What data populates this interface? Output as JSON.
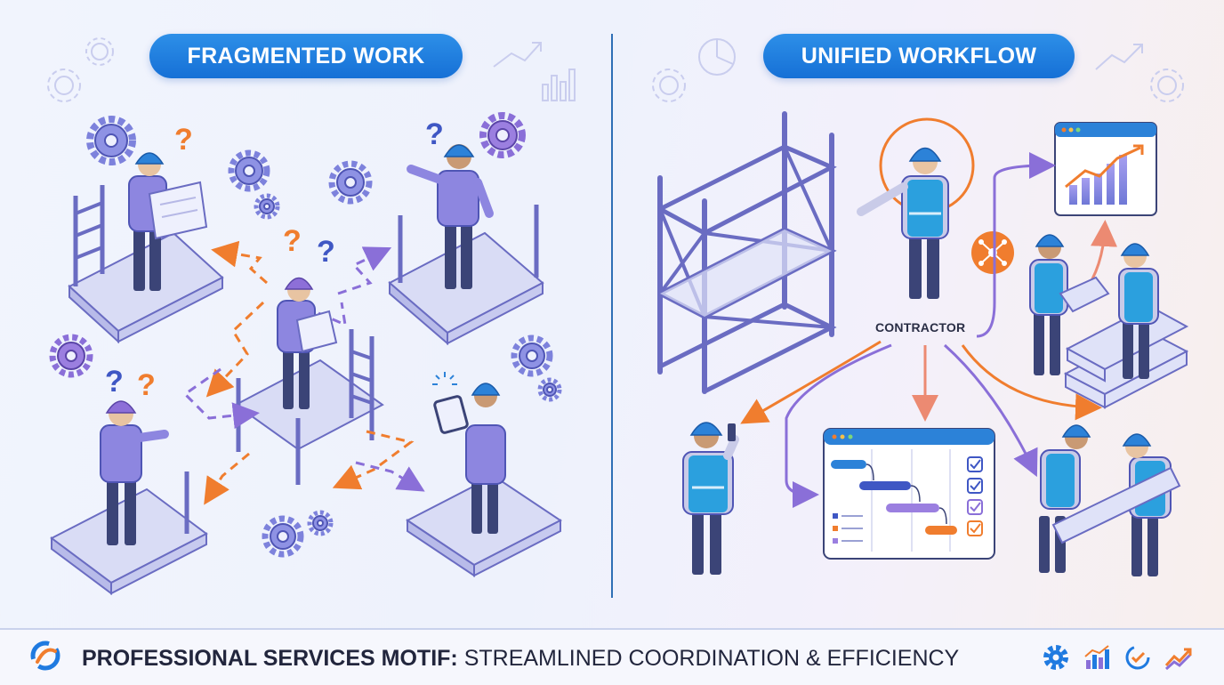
{
  "left_panel": {
    "title": "FRAGMENTED WORK"
  },
  "right_panel": {
    "title": "UNIFIED WORKFLOW",
    "contractor_label": "CONTRACTOR"
  },
  "footer": {
    "caption_bold": "PROFESSIONAL SERVICES MOTIF:",
    "caption_regular": " STREAMLINED COORDINATION & EFFICIENCY",
    "icons": [
      "gear-icon",
      "bar-chart-icon",
      "check-circle-icon",
      "trend-up-icon"
    ]
  },
  "colors": {
    "accent_blue": "#1f7ae0",
    "accent_orange": "#f07d2e",
    "accent_purple": "#8a6fd8",
    "worker_shirt": "#8d86e0",
    "worker_pants": "#3b4477",
    "hard_hat": "#2c82d8",
    "vest": "#2ba0de",
    "platform": "#d9dcf5"
  }
}
